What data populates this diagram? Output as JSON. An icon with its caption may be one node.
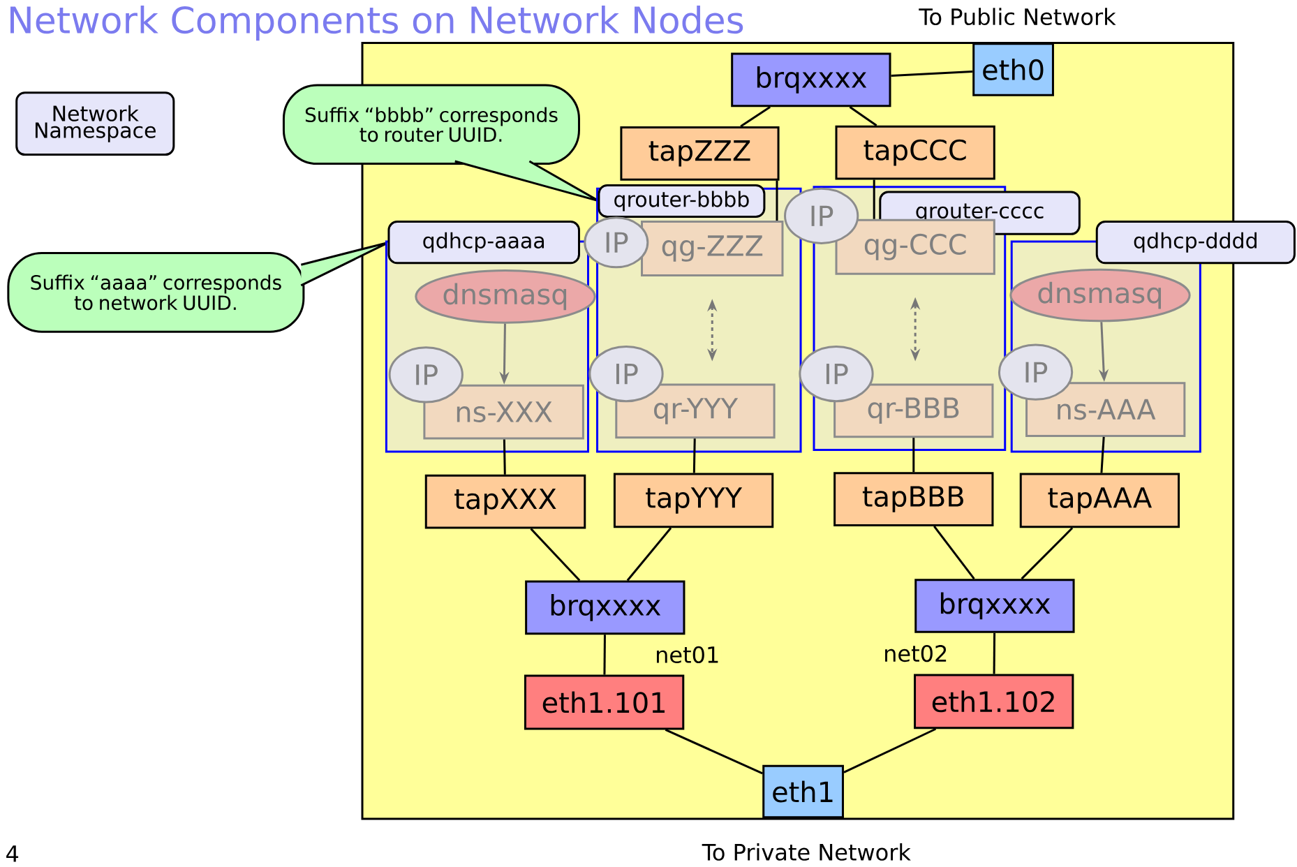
{
  "diagram": {
    "title": "Network Components on Network Nodes",
    "nodes": [
      {
        "text": [
          "Network Namespace"
        ]
      },
      {
        "text": [
          "Suffix “bbbb” corresponds to router UUID."
        ]
      },
      {
        "text": [
          "Suffix “aaaa” corresponds to network UUID."
        ]
      },
      {
        "text": [],
        "shape": "box"
      },
      {
        "text": [
          "brqxxxx"
        ],
        "in": 3
      },
      {
        "text": [
          "eth0"
        ],
        "in": 3
      },
      {
        "text": [
          "tapZZZ"
        ],
        "in": 3
      },
      {
        "text": [
          "tapCCC"
        ],
        "in": 3
      },
      {
        "text": [
          "qdhcp-aaaa"
        ],
        "in": 3
      },
      {
        "text": [
          "dnsmasq"
        ],
        "in": 8
      },
      {
        "text": [
          "ns-XXX"
        ],
        "in": 8
      },
      {
        "text": [
          "IP"
        ],
        "in": 8
      },
      {
        "text": [
          "qrouter-bbbb"
        ],
        "in": 3
      },
      {
        "text": [
          "qg-ZZZ"
        ],
        "in": 12
      },
      {
        "text": [
          "IP"
        ],
        "in": 3
      },
      {
        "text": [
          "qr-YYY"
        ],
        "in": 12
      },
      {
        "text": [
          "IP"
        ],
        "in": 12
      },
      {
        "text": [
          "qrouter-cccc"
        ],
        "in": 3
      },
      {
        "text": [
          "qg-CCC"
        ],
        "in": 17
      },
      {
        "text": [
          "IP"
        ],
        "in": 3
      },
      {
        "text": [
          "qr-BBB"
        ],
        "in": 17
      },
      {
        "text": [
          "IP"
        ],
        "in": 17
      },
      {
        "text": [
          "qdhcp-dddd"
        ],
        "in": 3
      },
      {
        "text": [
          "dnsmasq"
        ],
        "in": 22
      },
      {
        "text": [
          "ns-AAA"
        ],
        "in": 22
      },
      {
        "text": [
          "IP"
        ],
        "in": 22
      },
      {
        "text": [
          "tapXXX"
        ],
        "in": 3
      },
      {
        "text": [
          "tapYYY"
        ],
        "in": 3
      },
      {
        "text": [
          "tapBBB"
        ],
        "in": 3
      },
      {
        "text": [
          "tapAAA"
        ],
        "in": 3
      },
      {
        "text": [
          "brqxxxx"
        ],
        "in": 3
      },
      {
        "text": [
          "brqxxxx"
        ],
        "in": 3
      },
      {
        "text": [
          "eth1.101"
        ],
        "in": 3
      },
      {
        "text": [
          "eth1.102"
        ],
        "in": 3
      },
      {
        "text": [
          "eth1"
        ],
        "in": 3
      }
    ],
    "edges": [
      {
        "from": 4,
        "to": 5,
        "arrow": "none"
      },
      {
        "from": 4,
        "to": 6,
        "arrow": "none"
      },
      {
        "from": 4,
        "to": 7,
        "arrow": "none"
      },
      {
        "from": 6,
        "to": 13,
        "arrow": "none"
      },
      {
        "from": 7,
        "to": 18,
        "arrow": "none"
      },
      {
        "from": 13,
        "to": 15,
        "arrow": "both",
        "style": "dashed",
        "color": "#777777"
      },
      {
        "from": 18,
        "to": 20,
        "arrow": "both",
        "style": "dashed",
        "color": "#777777"
      },
      {
        "from": 9,
        "to": 10,
        "arrow": "to",
        "color": "#777777"
      },
      {
        "from": 23,
        "to": 24,
        "arrow": "to",
        "color": "#777777"
      },
      {
        "from": 10,
        "to": 26,
        "arrow": "none"
      },
      {
        "from": 15,
        "to": 27,
        "arrow": "none"
      },
      {
        "from": 20,
        "to": 28,
        "arrow": "none"
      },
      {
        "from": 24,
        "to": 29,
        "arrow": "none"
      },
      {
        "from": 26,
        "to": 30,
        "arrow": "none"
      },
      {
        "from": 27,
        "to": 30,
        "arrow": "none"
      },
      {
        "from": 28,
        "to": 31,
        "arrow": "none"
      },
      {
        "from": 29,
        "to": 31,
        "arrow": "none"
      },
      {
        "from": 30,
        "to": 32,
        "arrow": "none",
        "label": "net01"
      },
      {
        "from": 31,
        "to": 33,
        "arrow": "none",
        "label": "net02"
      },
      {
        "from": 32,
        "to": 34,
        "arrow": "none"
      },
      {
        "from": 33,
        "to": 34,
        "arrow": "none"
      }
    ],
    "labels": [
      "To Public Network",
      "To Private Network",
      "4"
    ]
  }
}
